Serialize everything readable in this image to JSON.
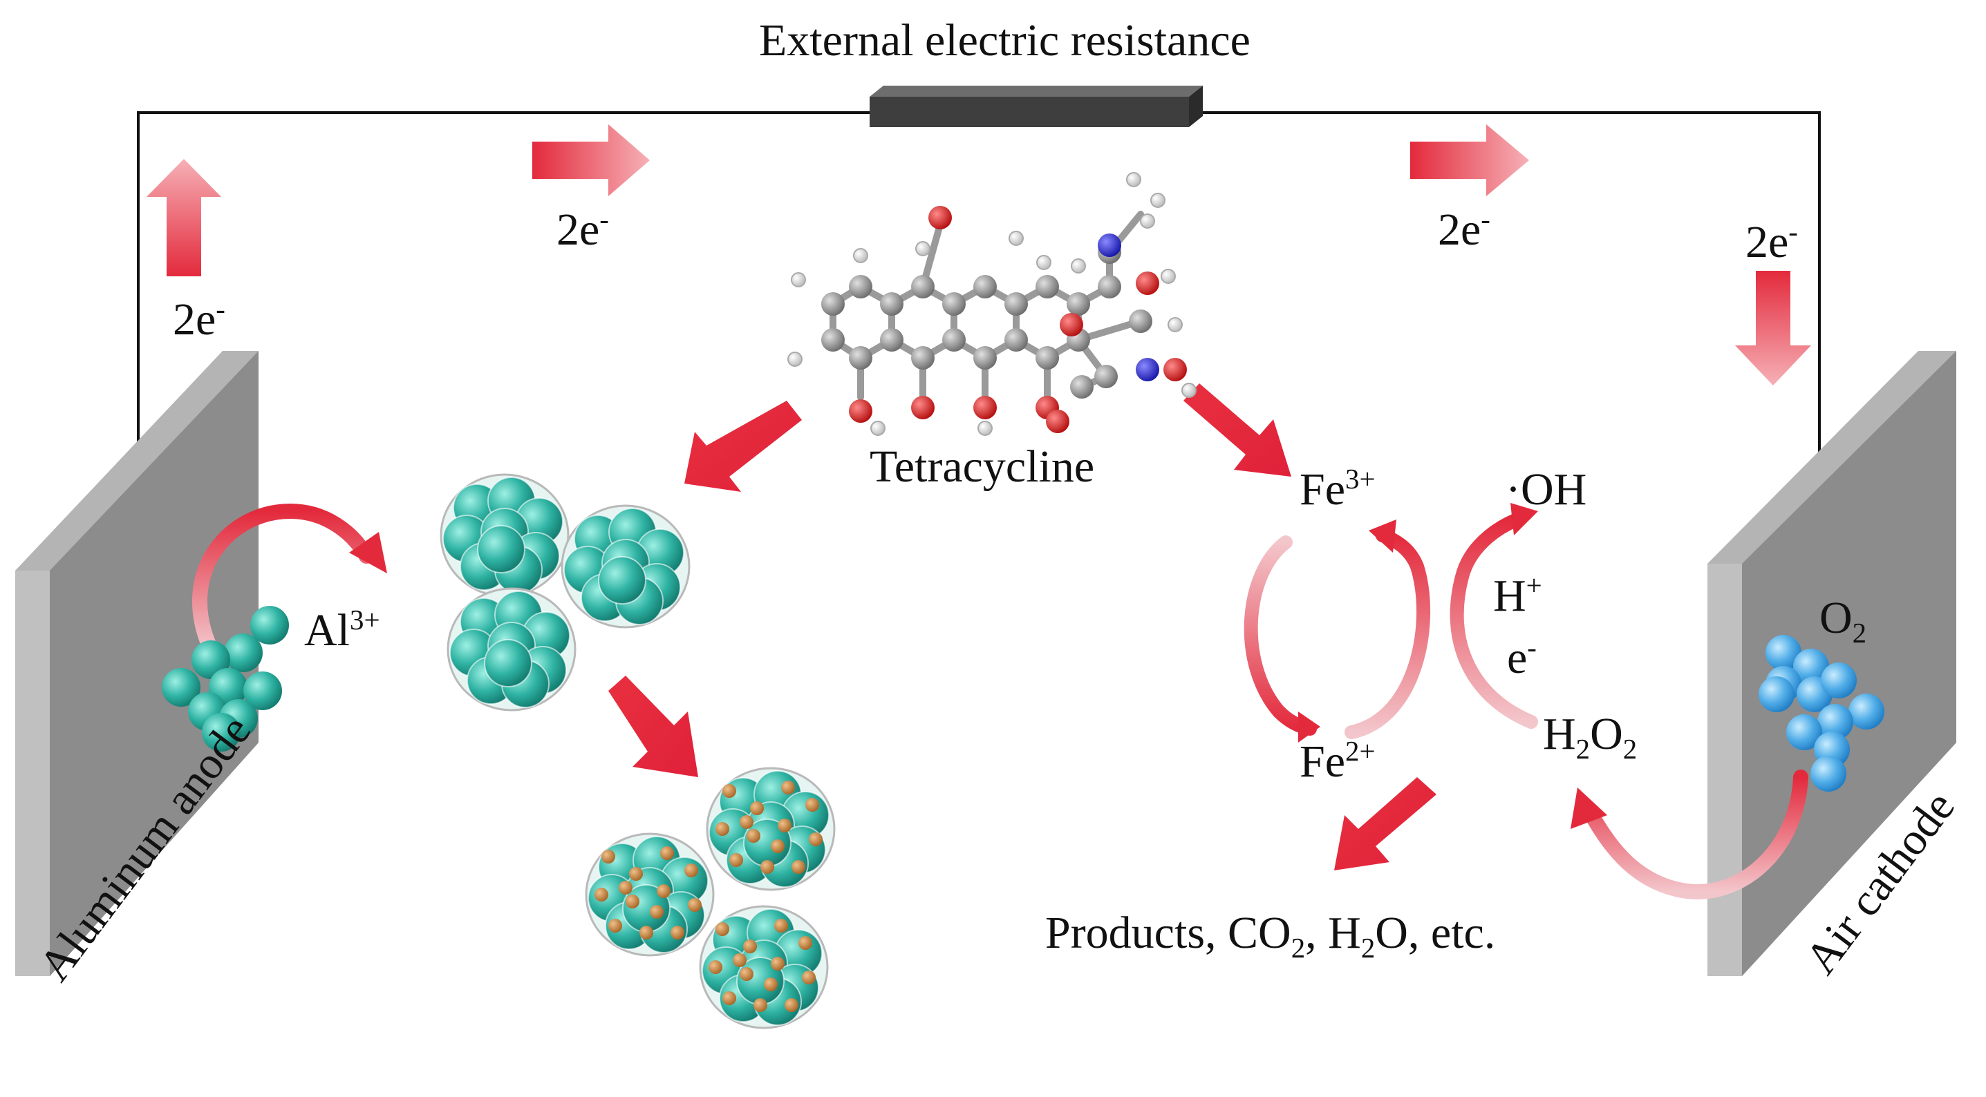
{
  "title": "External electric resistance",
  "electron_label": "2e",
  "electron_sup": "-",
  "molecule_label": "Tetracycline",
  "anode_label": "Aluminum anode",
  "cathode_label": "Air cathode",
  "al_ion": {
    "base": "Al",
    "sup": "3+"
  },
  "fe3": {
    "base": "Fe",
    "sup": "3+"
  },
  "fe2": {
    "base": "Fe",
    "sup": "2+"
  },
  "hydroxyl": "·OH",
  "h_plus": {
    "base": "H",
    "sup": "+"
  },
  "e_minus": {
    "base": "e",
    "sup": "-"
  },
  "h2o2": {
    "p1": "H",
    "s1": "2",
    "p2": "O",
    "s2": "2"
  },
  "o2": {
    "base": "O",
    "sub": "2"
  },
  "products": {
    "t1": "Products, CO",
    "s1": "2",
    "t2": ", H",
    "s2": "2",
    "t3": "O, etc."
  },
  "colors": {
    "arrow_red": "#e8303f",
    "electrode_gray": "#8c8c8c",
    "al_particle": "#2fb3a3",
    "o2_particle": "#52aee8",
    "floc_dot": "#c8823a",
    "carbon": "#8a8a8a",
    "oxygen": "#d41515",
    "nitrogen": "#2222cc"
  }
}
